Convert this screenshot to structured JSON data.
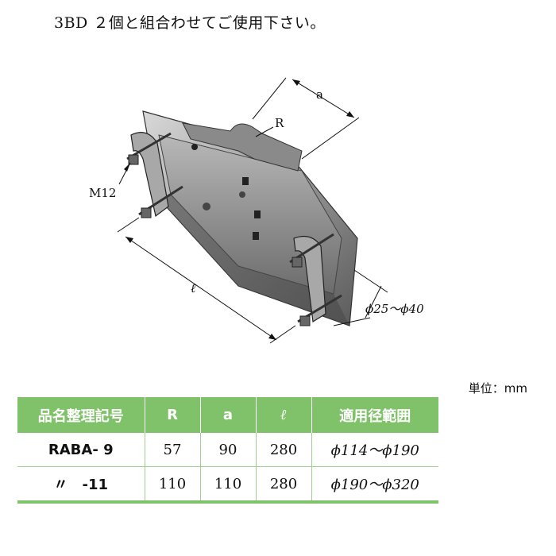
{
  "instruction": "3BD ２個と組合わせてご使用下さい。",
  "figure": {
    "label_a": "a",
    "label_R": "R",
    "label_M12": "M12",
    "label_l": "ℓ",
    "label_range": "ϕ25〜ϕ40"
  },
  "unit_label": "単位：mm",
  "table": {
    "headers": [
      "品名整理記号",
      "R",
      "a",
      "ℓ",
      "適用径範囲"
    ],
    "rows": [
      [
        "RABA- 9",
        "57",
        "90",
        "280",
        "ϕ114〜ϕ190"
      ],
      [
        "〃　-11",
        "110",
        "110",
        "280",
        "ϕ190〜ϕ320"
      ]
    ]
  }
}
